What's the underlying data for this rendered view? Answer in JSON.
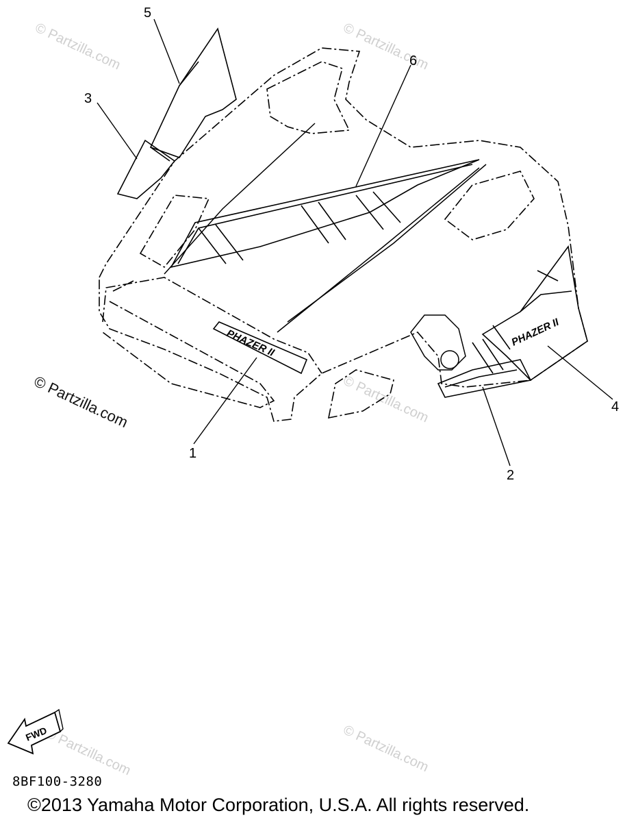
{
  "callouts": [
    {
      "id": "1",
      "label": "1"
    },
    {
      "id": "2",
      "label": "2"
    },
    {
      "id": "3",
      "label": "3"
    },
    {
      "id": "4",
      "label": "4"
    },
    {
      "id": "5",
      "label": "5"
    },
    {
      "id": "6",
      "label": "6"
    }
  ],
  "watermarks": {
    "small": "© Partzilla.com",
    "main": "© Partzilla.com"
  },
  "emblem_text": "PHAZER II",
  "fwd_label": "FWD",
  "part_code": "8BF100-3280",
  "copyright": "©2013 Yamaha Motor Corporation, U.S.A. All rights reserved.",
  "colors": {
    "line": "#000000",
    "watermark": "#cfcfcf",
    "background": "#ffffff"
  }
}
